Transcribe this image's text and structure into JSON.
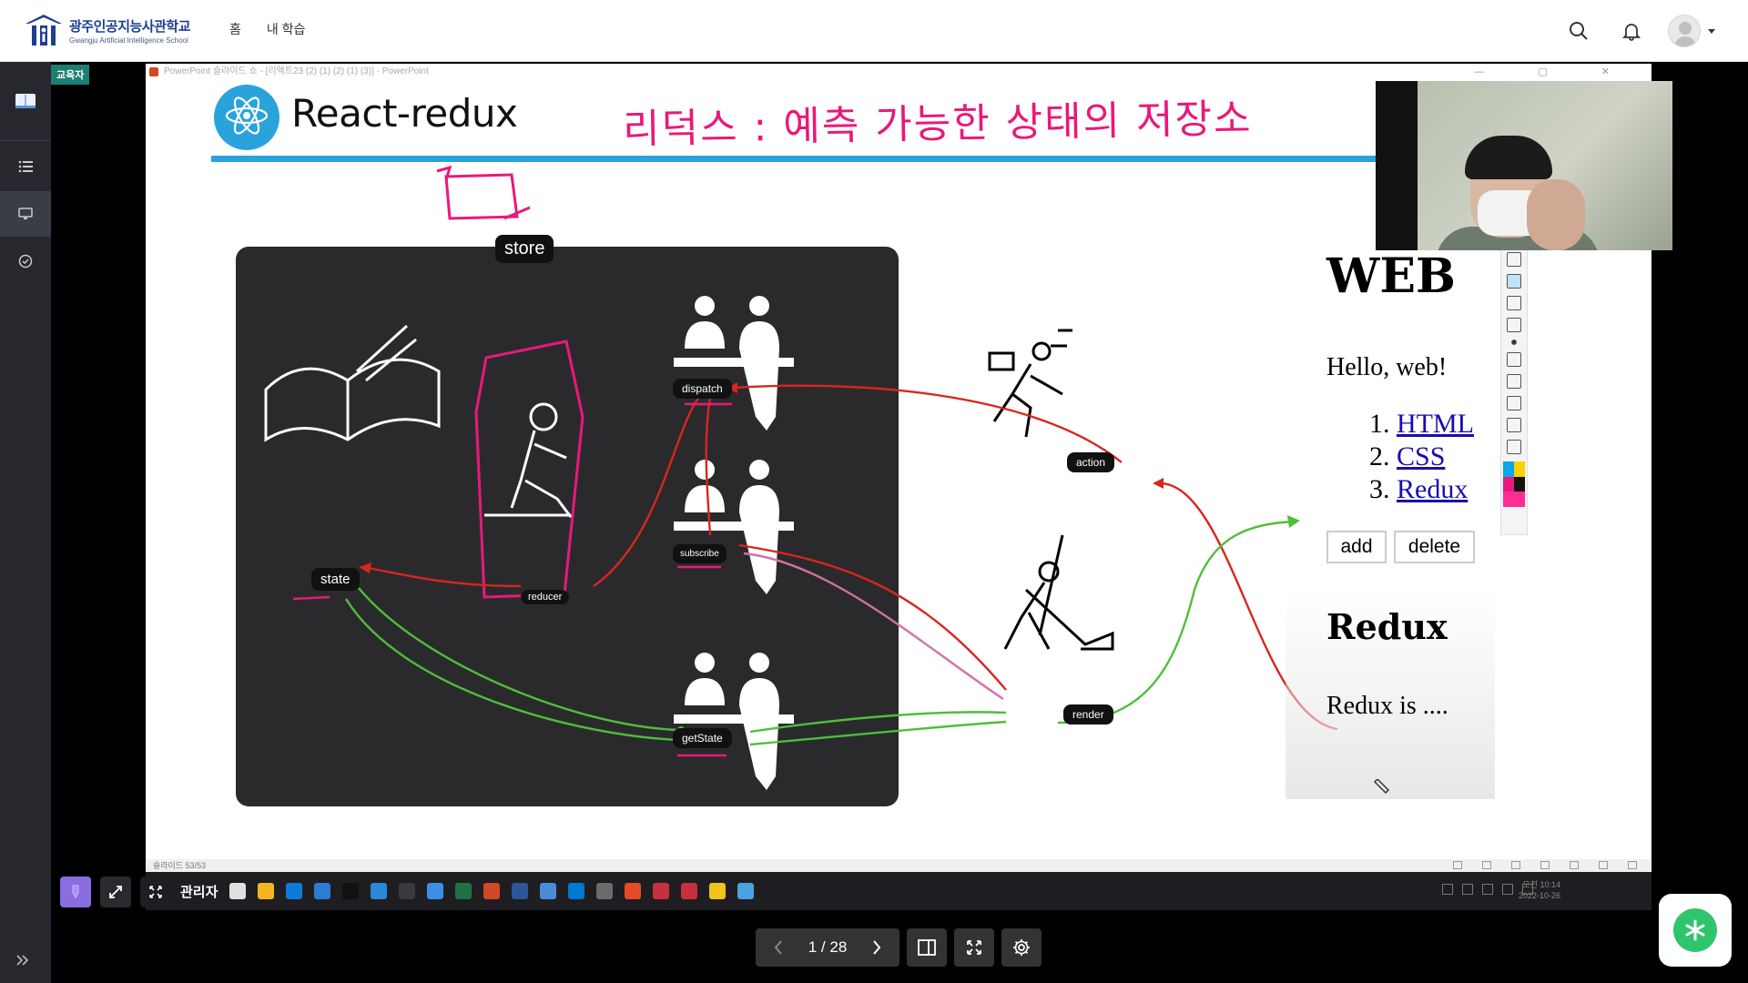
{
  "header": {
    "logo_ko": "광주인공지능사관학교",
    "logo_en": "Gwangju Artificial Intelligence School",
    "nav": [
      {
        "label": "홈"
      },
      {
        "label": "내 학습"
      }
    ],
    "icons": [
      "search-icon",
      "bell-icon",
      "avatar",
      "chevron-down-icon"
    ]
  },
  "sidebar": {
    "items": [
      {
        "icon": "book-icon",
        "active": false
      },
      {
        "icon": "list-icon",
        "active": false
      },
      {
        "icon": "monitor-icon",
        "active": true
      },
      {
        "icon": "check-circle-icon",
        "active": false
      }
    ],
    "expand_icon": "double-chevron-right-icon"
  },
  "role_badge": "교육자",
  "ppt": {
    "window_title": "PowerPoint 슬라이드 쇼 - [리액트23 (2) (1) (2) (1) (3)] - PowerPoint",
    "window_controls": "— ▢ ✕",
    "status": "슬라이드 53/53"
  },
  "slide": {
    "title": "React-redux",
    "annotation": "리덕스 : 예측 가능한 상태의 저장소",
    "nodes": {
      "store": "store",
      "state": "state",
      "reducer": "reducer",
      "dispatch": "dispatch",
      "subscribe": "subscribe",
      "getState": "getState",
      "action": "action",
      "render": "render"
    },
    "web": {
      "title": "WEB",
      "hello": "Hello, web!",
      "list": [
        {
          "num": "1.",
          "label": "HTML"
        },
        {
          "num": "2.",
          "label": "CSS"
        },
        {
          "num": "3.",
          "label": "Redux"
        }
      ],
      "buttons": {
        "add": "add",
        "delete": "delete"
      },
      "section_title": "Redux",
      "section_text": "Redux is ...."
    },
    "palette": [
      "#0aa7e9",
      "#f6d300",
      "#e8197a",
      "#111111",
      "#ff2d8f",
      "#ff2d8f"
    ]
  },
  "taskbar": {
    "admin_label": "관리자",
    "apps": [
      "#e0e0e0",
      "#f3b61f",
      "#0f7bd8",
      "#2b7cd3",
      "#111111",
      "#2b88d8",
      "#3a3a3a",
      "#3d8ee6",
      "#1f7145",
      "#d24726",
      "#2b579a",
      "#4a8ad8",
      "#0078d4",
      "#6b6b6b",
      "#e34c26",
      "#c7303d",
      "#c7303d",
      "#f0c419",
      "#4aa3df"
    ],
    "clock": [
      "오전 10:14",
      "2022-10-26"
    ]
  },
  "controls": {
    "page_current": "1",
    "page_total": "28",
    "page_sep": "/"
  },
  "colors": {
    "accent_blue": "#2aa3dc",
    "annotation_pink": "#e8197a",
    "flow_red": "#d8261e",
    "flow_green": "#4fbe3a",
    "badge_teal": "#1d7f74",
    "fab_green": "#2fc46e",
    "capture_purple": "#8a6de0"
  }
}
